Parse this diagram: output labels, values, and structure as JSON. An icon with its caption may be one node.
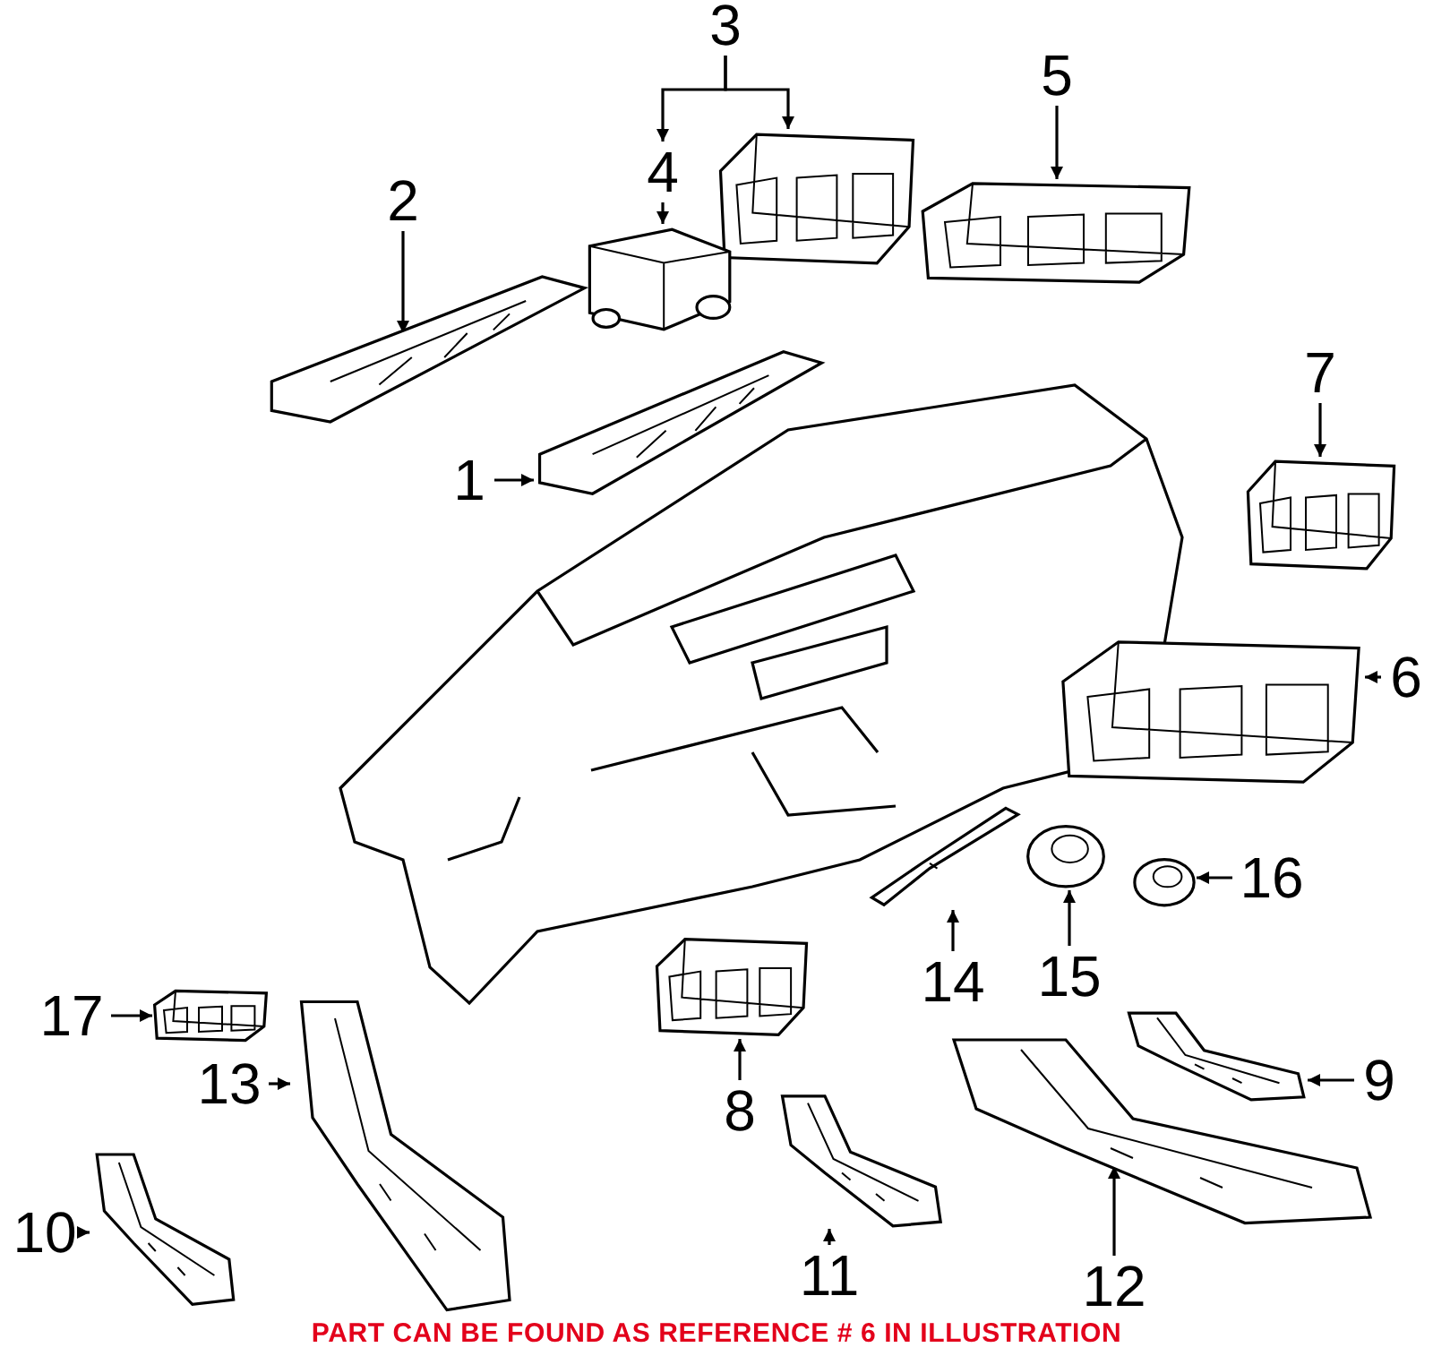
{
  "diagram": {
    "caption": "PART CAN BE FOUND AS REFERENCE # 6 IN ILLUSTRATION",
    "nodes": [
      {
        "text": [
          "1"
        ]
      },
      {
        "text": [],
        "shape": "picture"
      },
      {
        "text": [
          "2"
        ]
      },
      {
        "text": [],
        "shape": "picture"
      },
      {
        "text": [
          "3"
        ]
      },
      {
        "text": [],
        "shape": "picture"
      },
      {
        "text": [
          "4"
        ]
      },
      {
        "text": [],
        "shape": "picture"
      },
      {
        "text": [
          "5"
        ]
      },
      {
        "text": [],
        "shape": "picture"
      },
      {
        "text": [
          "6"
        ]
      },
      {
        "text": [],
        "shape": "picture"
      },
      {
        "text": [
          "7"
        ]
      },
      {
        "text": [],
        "shape": "picture"
      },
      {
        "text": [
          "8"
        ]
      },
      {
        "text": [],
        "shape": "picture"
      },
      {
        "text": [
          "9"
        ]
      },
      {
        "text": [],
        "shape": "picture"
      },
      {
        "text": [
          "10"
        ]
      },
      {
        "text": [],
        "shape": "picture"
      },
      {
        "text": [
          "11"
        ]
      },
      {
        "text": [],
        "shape": "picture"
      },
      {
        "text": [
          "12"
        ]
      },
      {
        "text": [],
        "shape": "picture"
      },
      {
        "text": [
          "13"
        ]
      },
      {
        "text": [],
        "shape": "picture"
      },
      {
        "text": [
          "14"
        ]
      },
      {
        "text": [],
        "shape": "picture"
      },
      {
        "text": [
          "15"
        ]
      },
      {
        "text": [],
        "shape": "picture"
      },
      {
        "text": [
          "16"
        ]
      },
      {
        "text": [],
        "shape": "picture"
      },
      {
        "text": [
          "17"
        ]
      },
      {
        "text": [],
        "shape": "picture"
      }
    ],
    "edges": [
      {
        "from": 0,
        "to": 1,
        "arrow": "to"
      },
      {
        "from": 2,
        "to": 3,
        "arrow": "to"
      },
      {
        "from": 4,
        "to": 5,
        "arrow": "to"
      },
      {
        "from": 4,
        "to": 6,
        "arrow": "to"
      },
      {
        "from": 6,
        "to": 7,
        "arrow": "to"
      },
      {
        "from": 8,
        "to": 9,
        "arrow": "to"
      },
      {
        "from": 10,
        "to": 11,
        "arrow": "to"
      },
      {
        "from": 12,
        "to": 13,
        "arrow": "to"
      },
      {
        "from": 14,
        "to": 15,
        "arrow": "to"
      },
      {
        "from": 16,
        "to": 17,
        "arrow": "to"
      },
      {
        "from": 18,
        "to": 19,
        "arrow": "to"
      },
      {
        "from": 20,
        "to": 21,
        "arrow": "to"
      },
      {
        "from": 22,
        "to": 23,
        "arrow": "to"
      },
      {
        "from": 24,
        "to": 25,
        "arrow": "to"
      },
      {
        "from": 26,
        "to": 27,
        "arrow": "to"
      },
      {
        "from": 28,
        "to": 29,
        "arrow": "to"
      },
      {
        "from": 30,
        "to": 31,
        "arrow": "to"
      },
      {
        "from": 32,
        "to": 33,
        "arrow": "to"
      }
    ]
  }
}
